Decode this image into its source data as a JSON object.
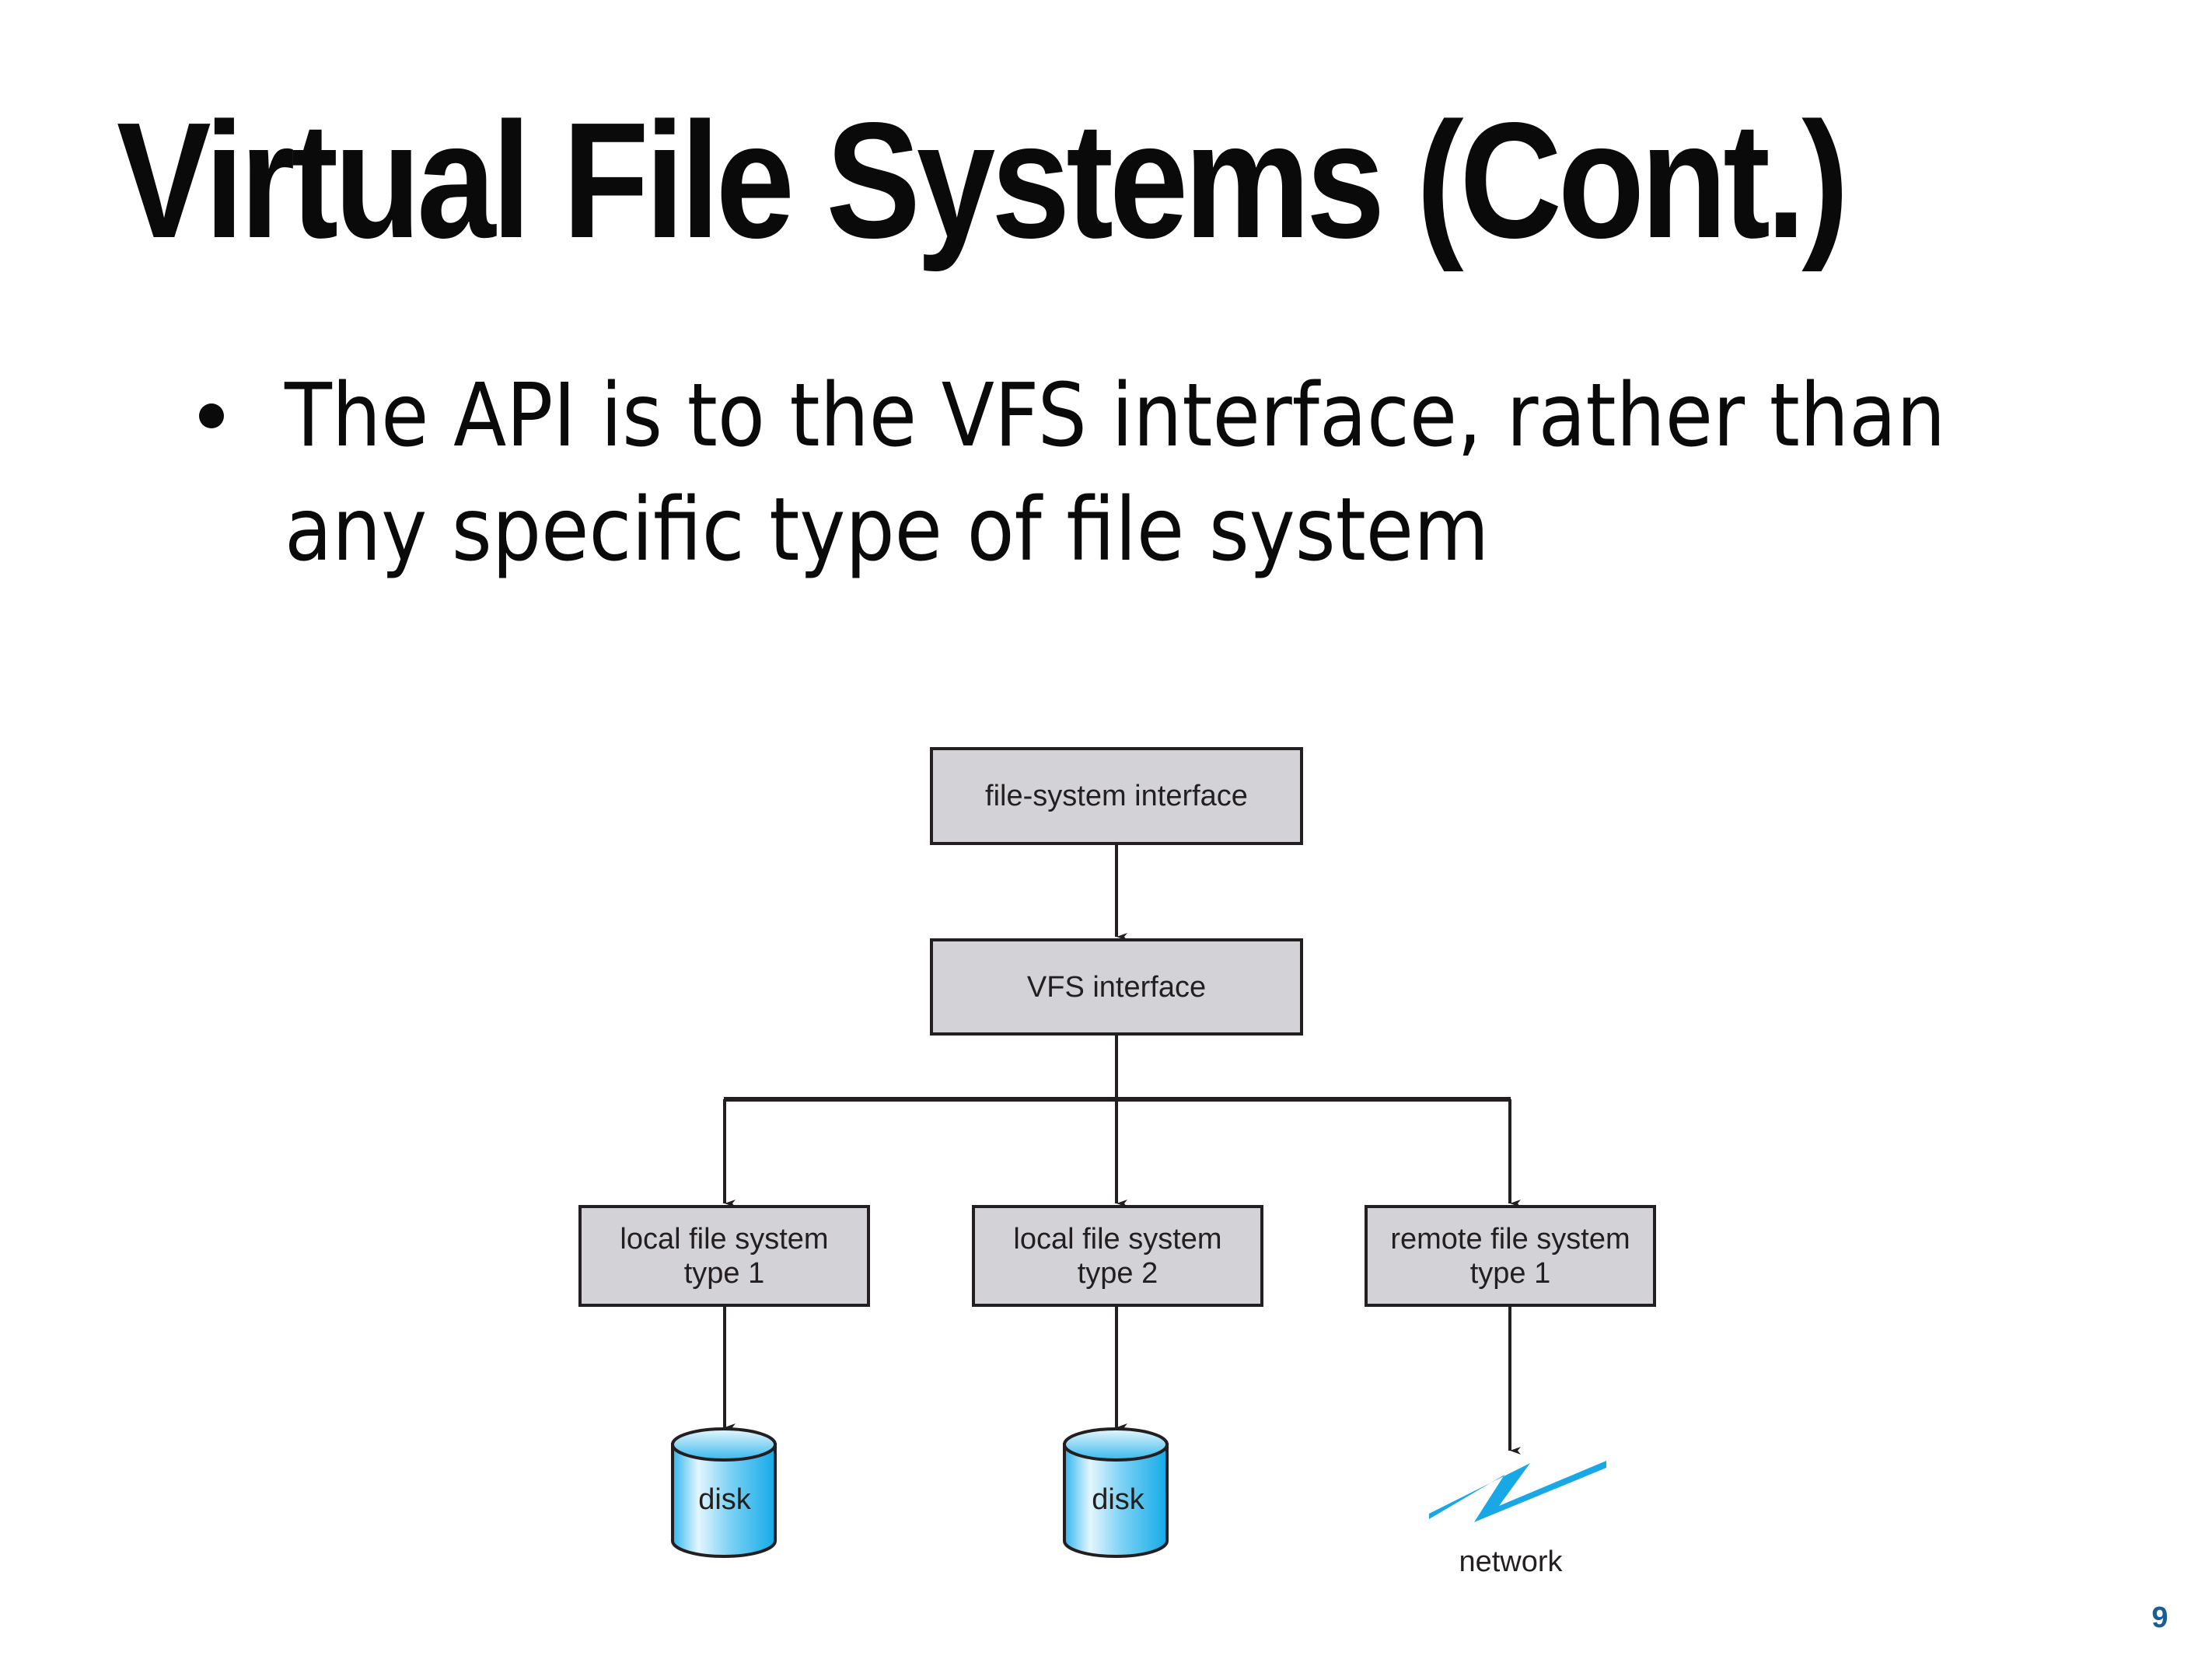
{
  "slide": {
    "title": "Virtual File Systems (Cont.)",
    "bullets": [
      {
        "lines": [
          "The API is to the VFS interface, rather than",
          "any specific type of file system"
        ]
      }
    ],
    "page_number": "9"
  },
  "diagram": {
    "nodes": {
      "file_system_interface": {
        "lines": [
          "file-system interface"
        ]
      },
      "vfs_interface": {
        "lines": [
          "VFS interface"
        ]
      },
      "local_fs_1": {
        "lines": [
          "local file system",
          "type 1"
        ]
      },
      "local_fs_2": {
        "lines": [
          "local file system",
          "type 2"
        ]
      },
      "remote_fs_1": {
        "lines": [
          "remote file system",
          "type 1"
        ]
      }
    },
    "endpoints": {
      "disk1": {
        "label": "disk",
        "icon": "disk-cylinder-icon"
      },
      "disk2": {
        "label": "disk",
        "icon": "disk-cylinder-icon"
      },
      "network": {
        "label": "network",
        "icon": "lightning-bolt-icon"
      }
    },
    "edges": [
      [
        "file_system_interface",
        "vfs_interface"
      ],
      [
        "vfs_interface",
        "local_fs_1"
      ],
      [
        "vfs_interface",
        "local_fs_2"
      ],
      [
        "vfs_interface",
        "remote_fs_1"
      ],
      [
        "local_fs_1",
        "disk1"
      ],
      [
        "local_fs_2",
        "disk2"
      ],
      [
        "remote_fs_1",
        "network"
      ]
    ],
    "colors": {
      "box_fill": "#d3d3d7",
      "line": "#231f20",
      "disk_blue": "#1fb4ec",
      "network_blue": "#18a8e6"
    }
  },
  "colors": {
    "page_number": "#1a5e96"
  }
}
